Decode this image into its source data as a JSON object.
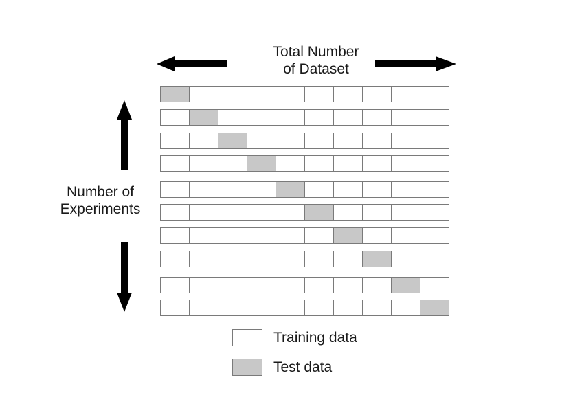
{
  "header": {
    "title": "Total Number\nof Dataset"
  },
  "side": {
    "label": "Number of\nExperiments"
  },
  "grid": {
    "rows": 10,
    "cols": 10,
    "test_positions": [
      0,
      1,
      2,
      3,
      4,
      5,
      6,
      7,
      8,
      9
    ]
  },
  "legend": {
    "training_label": "Training data",
    "test_label": "Test data"
  },
  "colors": {
    "training": "#ffffff",
    "test": "#c8c8c8",
    "arrow": "#000000"
  },
  "icons": {
    "left": "arrow-left-icon",
    "right": "arrow-right-icon",
    "up": "arrow-up-icon",
    "down": "arrow-down-icon"
  }
}
